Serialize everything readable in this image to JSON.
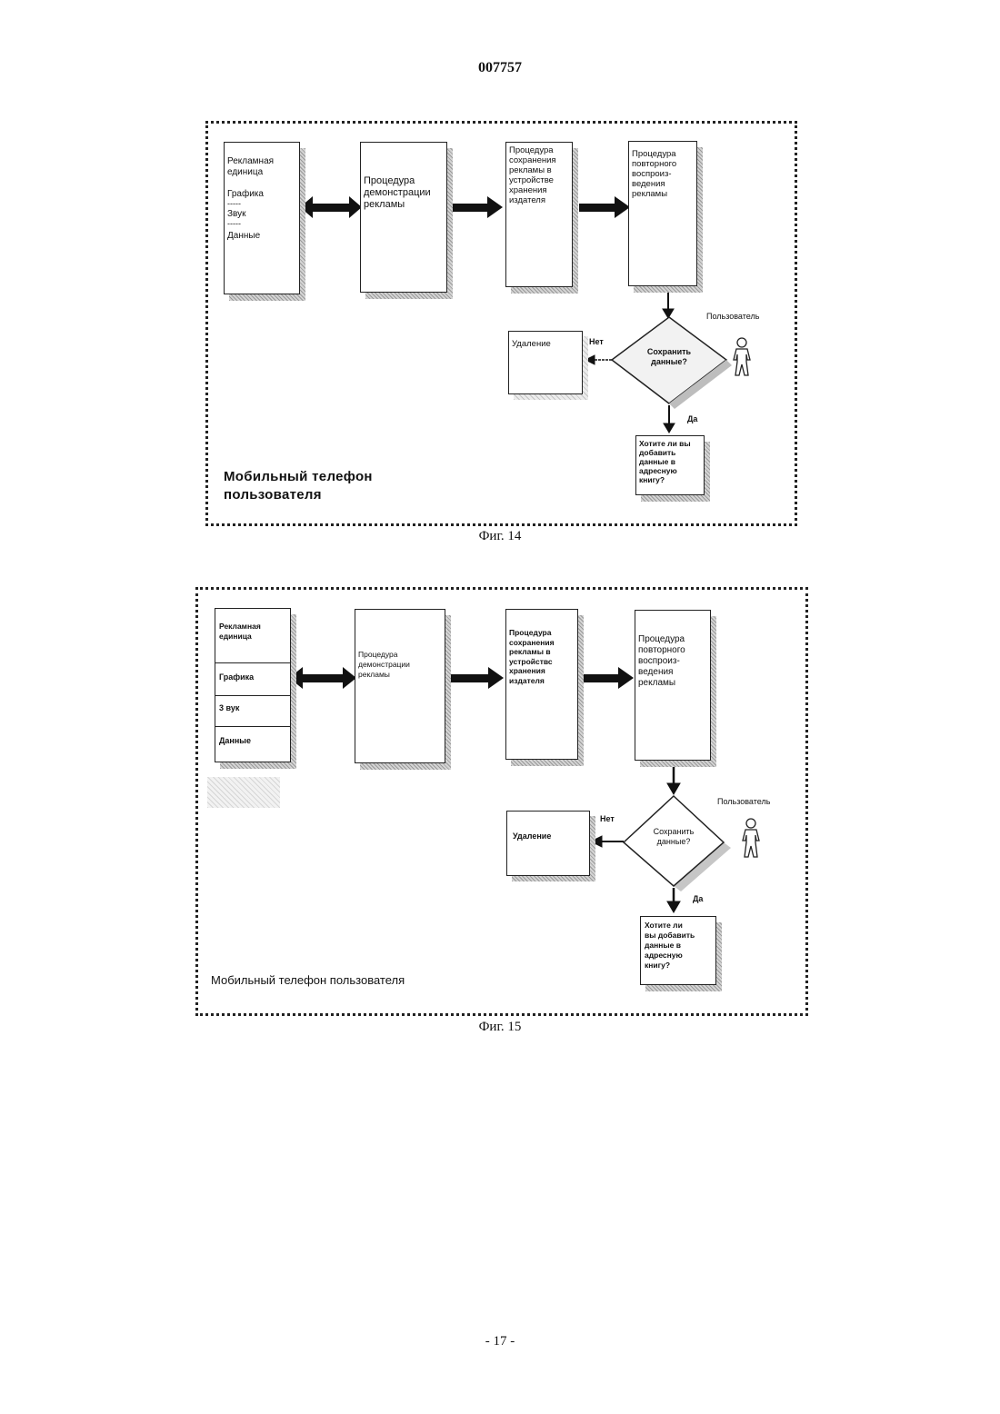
{
  "doc_number": "007757",
  "page_number": "- 17 -",
  "fig14": {
    "caption": "Фиг. 14",
    "ad_unit": {
      "title": "Рекламная\nединица",
      "graphics": "Графика",
      "sep1": "-----",
      "sound": "Звук",
      "sep2": "-----",
      "data": "Данные"
    },
    "display_proc": "Процедура\nдемонстрации\nрекламы",
    "save_proc": "Процедура\nсохранения\nрекламы в\nустройстве\nхранения\nиздателя",
    "replay_proc": "Процедура\nповторного\nвоспроиз-\nведения\nрекламы",
    "delete": "Удаление",
    "no": "Нет",
    "yes": "Да",
    "decision": "Сохранить\nданные?",
    "user": "Пользователь",
    "address_q": "Хотите ли вы\nдобавить\nданные в\nадресную\nкнигу?",
    "phone_label": "Мобильный телефон\nпользователя"
  },
  "fig15": {
    "caption": "Фиг. 15",
    "ad_unit": {
      "title": "Рекламная\nединица",
      "graphics": "Графика",
      "sound": "3 вук",
      "data": "Данные"
    },
    "display_proc": "Процедура\nдемонстрации\nрекламы",
    "save_proc": "Процедура\nсохранения\nрекламы в\nустройствс\nхранения\nиздателя",
    "replay_proc": "Процедура\nповторного\nвоспроиз-\nведения\nрекламы",
    "delete": "Удаление",
    "no": "Нет",
    "yes": "Да",
    "decision": "Сохранить\nданные?",
    "user": "Пользователь",
    "address_q": "Хотите ли\nвы добавить\nданные в\nадресную\nкнигу?",
    "phone_label": "Мобильный телефон пользователя"
  }
}
